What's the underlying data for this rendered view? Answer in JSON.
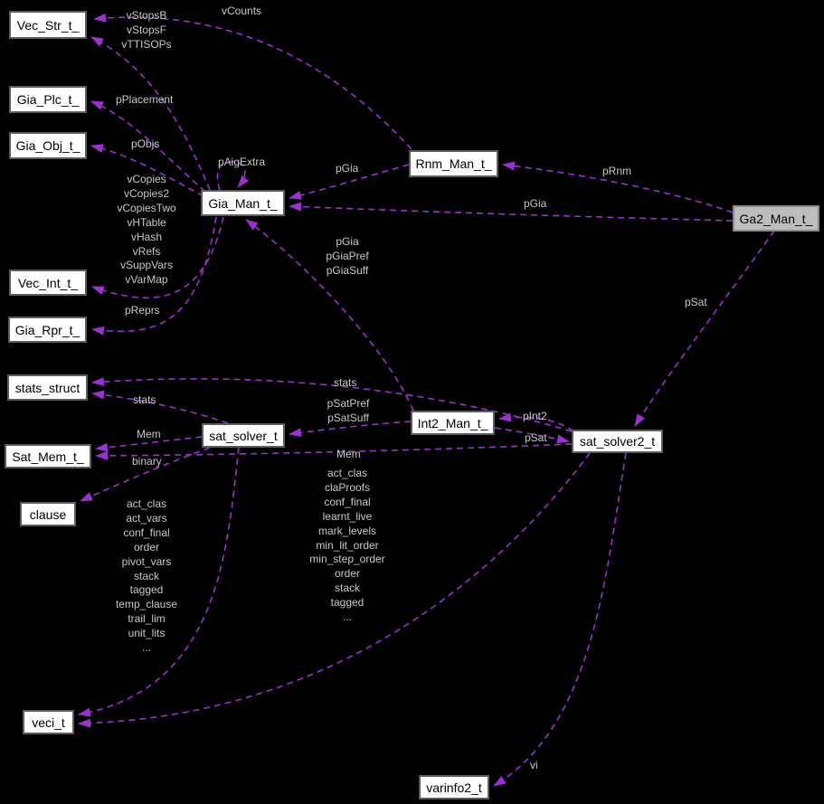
{
  "nodes": {
    "vec_str": {
      "label": "Vec_Str_t_"
    },
    "gia_plc": {
      "label": "Gia_Plc_t_"
    },
    "gia_obj": {
      "label": "Gia_Obj_t_"
    },
    "gia_man": {
      "label": "Gia_Man_t_"
    },
    "rnm_man": {
      "label": "Rnm_Man_t_"
    },
    "ga2_man": {
      "label": "Ga2_Man_t_"
    },
    "vec_int": {
      "label": "Vec_Int_t_"
    },
    "gia_rpr": {
      "label": "Gia_Rpr_t_"
    },
    "stats_struct": {
      "label": "stats_struct"
    },
    "sat_mem": {
      "label": "Sat_Mem_t_"
    },
    "clause": {
      "label": "clause"
    },
    "sat_solver": {
      "label": "sat_solver_t"
    },
    "int2_man": {
      "label": "Int2_Man_t_"
    },
    "sat_solver2": {
      "label": "sat_solver2_t"
    },
    "veci": {
      "label": "veci_t"
    },
    "varinfo2": {
      "label": "varinfo2_t"
    }
  },
  "edge_labels": {
    "vcounts": "vCounts",
    "vstops": [
      "vStopsB",
      "vStopsF",
      "vTTISOPs"
    ],
    "pplacement": "pPlacement",
    "pobjs": "pObjs",
    "paigextra": "pAigExtra",
    "gia_vec_fields": [
      "vCopies",
      "vCopies2",
      "vCopiesTwo",
      "vHTable",
      "vHash",
      "vRefs",
      "vSuppVars",
      "vVarMap"
    ],
    "preprs": "pReprs",
    "pgia_rnm": "pGia",
    "prnm": "pRnm",
    "pgia_ga2": "pGia",
    "pgia_int2": [
      "pGia",
      "pGiaPref",
      "pGiaSuff"
    ],
    "psat_ga2": "pSat",
    "stats_s2": "stats",
    "stats_s1": "stats",
    "psatprefsuff": [
      "pSatPref",
      "pSatSuff"
    ],
    "mem_s1": "Mem",
    "binary": "binary",
    "mem_s2": "Mem",
    "pint2": "pInt2",
    "psat_int2": "pSat",
    "solver1_fields": [
      "act_clas",
      "act_vars",
      "conf_final",
      "order",
      "pivot_vars",
      "stack",
      "tagged",
      "temp_clause",
      "trail_lim",
      "unit_lits",
      "..."
    ],
    "solver2_fields": [
      "act_clas",
      "claProofs",
      "conf_final",
      "learnt_live",
      "mark_levels",
      "min_lit_order",
      "min_step_order",
      "order",
      "stack",
      "tagged",
      "..."
    ],
    "vi": "vi"
  },
  "colors": {
    "background": "#000000",
    "edge": "#9a32cd",
    "edge_label": "#c8c8c8",
    "node_fill": "#ffffff",
    "node_border": "#5c5c5c",
    "current_node_fill": "#bdbdbd"
  }
}
